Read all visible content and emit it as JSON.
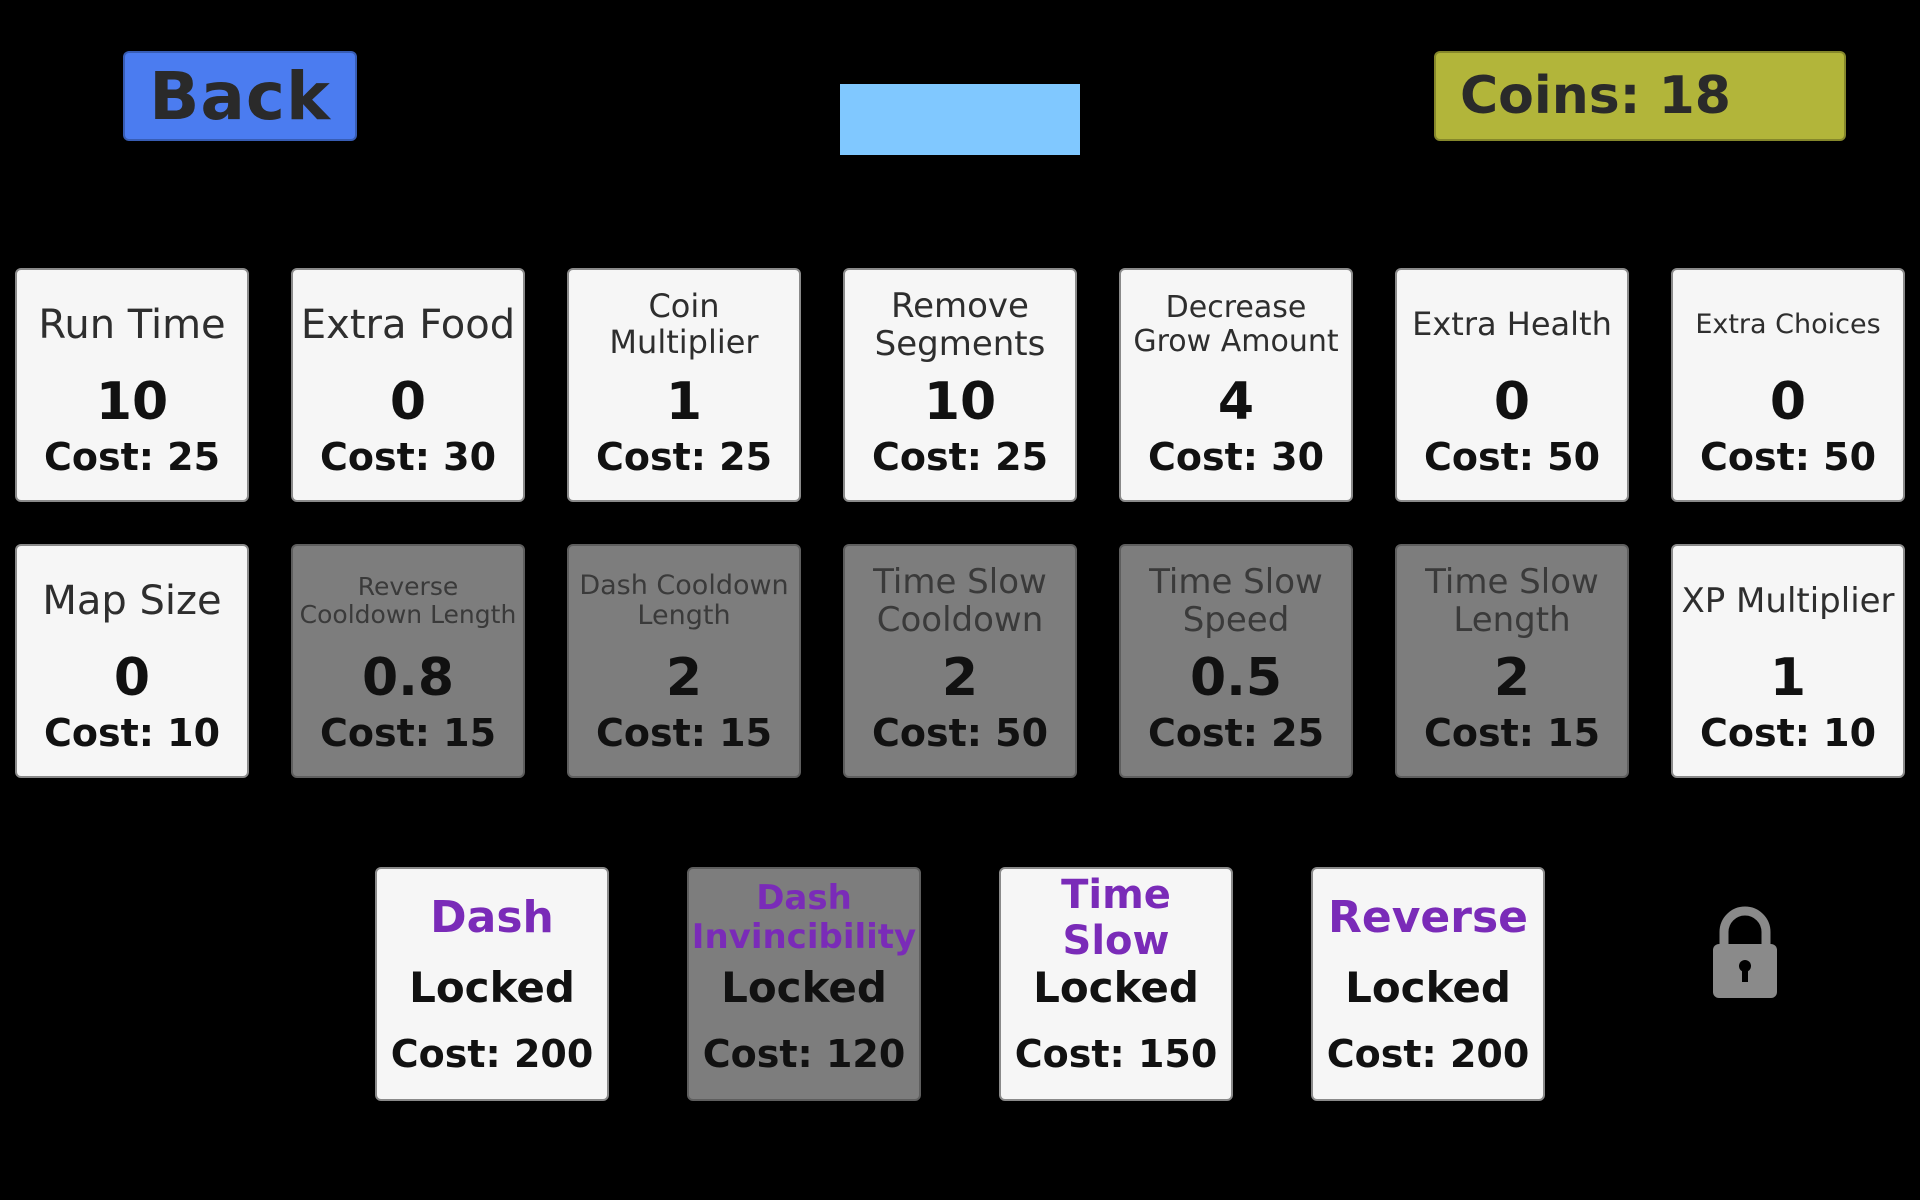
{
  "colors": {
    "back_bg": "#4b7cf0",
    "coins_bg": "#b2b53a",
    "title_bar": "#80c8ff",
    "ability_name": "#7a2bb8",
    "lock": "#8a8a8a"
  },
  "header": {
    "back_label": "Back",
    "coins_label": "Coins: 18"
  },
  "upgrades": [
    {
      "name": "Run Time",
      "value": "10",
      "cost": "Cost: 25",
      "locked": false
    },
    {
      "name": "Extra Food",
      "value": "0",
      "cost": "Cost: 30",
      "locked": false
    },
    {
      "name": "Coin Multiplier",
      "value": "1",
      "cost": "Cost: 25",
      "locked": false
    },
    {
      "name": "Remove Segments",
      "value": "10",
      "cost": "Cost: 25",
      "locked": false
    },
    {
      "name": "Decrease Grow Amount",
      "value": "4",
      "cost": "Cost: 30",
      "locked": false
    },
    {
      "name": "Extra Health",
      "value": "0",
      "cost": "Cost: 50",
      "locked": false
    },
    {
      "name": "Extra Choices",
      "value": "0",
      "cost": "Cost: 50",
      "locked": false
    },
    {
      "name": "Map Size",
      "value": "0",
      "cost": "Cost: 10",
      "locked": false
    },
    {
      "name": "Reverse Cooldown Length",
      "value": "0.8",
      "cost": "Cost: 15",
      "locked": true
    },
    {
      "name": "Dash Cooldown Length",
      "value": "2",
      "cost": "Cost: 15",
      "locked": true
    },
    {
      "name": "Time Slow Cooldown",
      "value": "2",
      "cost": "Cost: 50",
      "locked": true
    },
    {
      "name": "Time Slow Speed",
      "value": "0.5",
      "cost": "Cost: 25",
      "locked": true
    },
    {
      "name": "Time Slow Length",
      "value": "2",
      "cost": "Cost: 15",
      "locked": true
    },
    {
      "name": "XP Multiplier",
      "value": "1",
      "cost": "Cost: 10",
      "locked": false
    }
  ],
  "abilities": [
    {
      "name": "Dash",
      "status": "Locked",
      "cost": "Cost: 200",
      "locked": false
    },
    {
      "name": "Dash Invincibility",
      "status": "Locked",
      "cost": "Cost: 120",
      "locked": true
    },
    {
      "name": "Time Slow",
      "status": "Locked",
      "cost": "Cost: 150",
      "locked": false
    },
    {
      "name": "Reverse",
      "status": "Locked",
      "cost": "Cost: 200",
      "locked": false
    }
  ],
  "lock_icon": "padlock-icon"
}
